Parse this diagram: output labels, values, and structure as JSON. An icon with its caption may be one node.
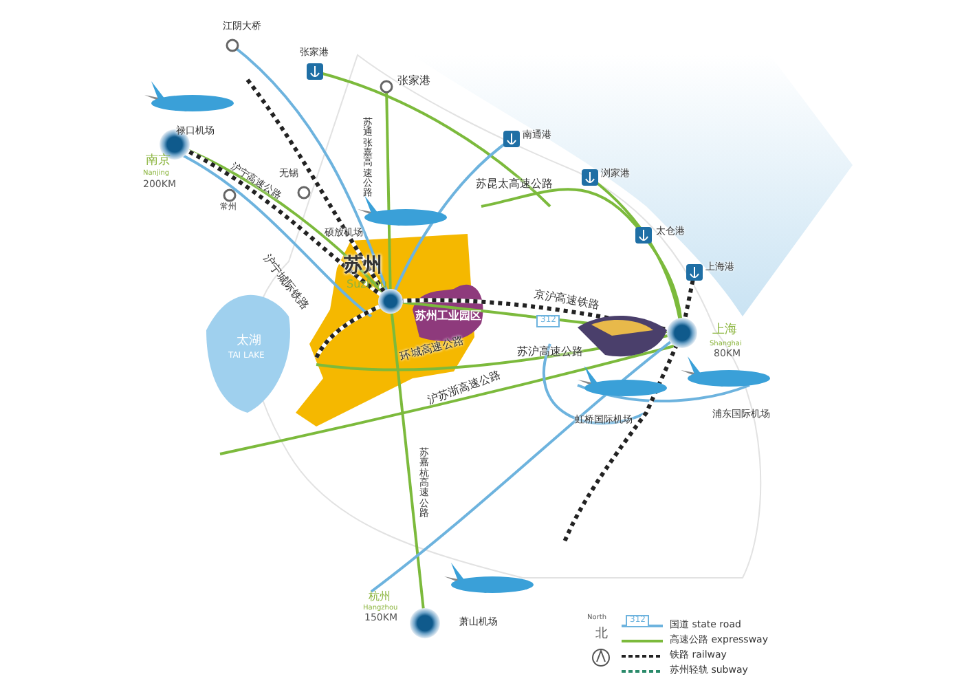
{
  "diagram": {
    "labels": [
      "江阴大桥",
      "张家港",
      "张家港",
      "禄口机场",
      "苏通张嘉高速公路",
      "南京",
      "Nanjing",
      "200KM",
      "沪宁高速公路",
      "无锡",
      "常州",
      "南通港",
      "浏家港",
      "苏昆太高速公路",
      "太仓港",
      "上海港",
      "硕放机场",
      "沪宁城际铁路",
      "苏州",
      "Suzhou",
      "京沪高速铁路",
      "苏州工业园区",
      "上海",
      "Shanghai",
      "80KM",
      "太湖",
      "TAI LAKE",
      "312",
      "环城高速公路",
      "苏沪高速公路",
      "沪苏浙高速公路",
      "虹桥国际机场",
      "浦东国际机场",
      "苏嘉杭高速公路",
      "杭州",
      "Hangzhou",
      "150KM",
      "萧山机场",
      "North",
      "北",
      "312"
    ],
    "legend": [
      {
        "text": "国道 state road"
      },
      {
        "text": "高速公路 expressway"
      },
      {
        "text": "铁路 railway"
      },
      {
        "text": "苏州轻轨 subway"
      }
    ]
  }
}
